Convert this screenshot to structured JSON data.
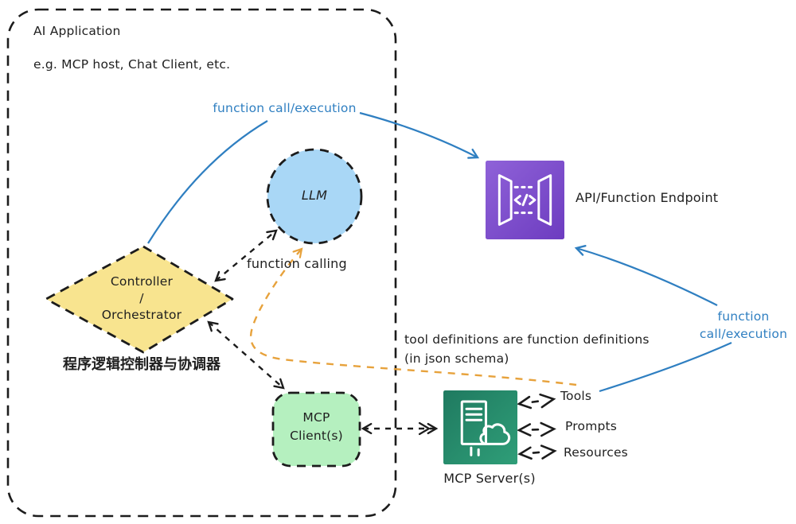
{
  "ai_application": {
    "title": "AI Application",
    "subtitle": "e.g. MCP host, Chat Client, etc."
  },
  "nodes": {
    "llm": {
      "label": "LLM"
    },
    "controller": {
      "line1": "Controller",
      "line2": "/",
      "line3": "Orchestrator",
      "caption_zh": "程序逻辑控制器与协调器"
    },
    "mcp_client": {
      "line1": "MCP",
      "line2": "Client(s)"
    },
    "api_endpoint": {
      "label": "API/Function Endpoint"
    },
    "mcp_server": {
      "label": "MCP Server(s)"
    }
  },
  "annotations": {
    "function_call_execution_top": "function call/execution",
    "function_calling": "function calling",
    "tool_definitions_line1": "tool definitions are function definitions",
    "tool_definitions_line2": "(in json schema)",
    "function_call_execution_right_line1": "function",
    "function_call_execution_right_line2": "call/execution"
  },
  "server_capabilities": [
    "Tools",
    "Prompts",
    "Resources"
  ],
  "icons": {
    "api_endpoint": "api-gateway-icon",
    "mcp_server": "server-cloud-icon"
  },
  "colors": {
    "annotation_blue": "#2f7fc1",
    "annotation_orange": "#e7a23c",
    "stroke_black": "#1c1c1c",
    "llm_fill": "#a9d7f6",
    "controller_fill": "#f8e48f",
    "mcp_client_fill": "#b5f0bf",
    "api_icon_gradient_start": "#8f62d8",
    "api_icon_gradient_end": "#6d3cc0",
    "server_icon_gradient_start": "#1f7a60",
    "server_icon_gradient_end": "#2f9e78"
  }
}
